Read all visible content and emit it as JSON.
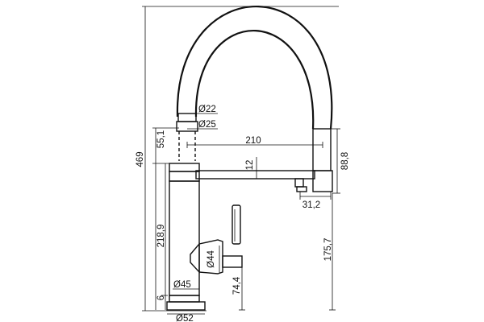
{
  "dimensions": {
    "total_height": "469",
    "upper_diameter": "Ø22",
    "hose_diameter": "Ø25",
    "reach": "210",
    "spout_offset": "55,1",
    "spout_thickness": "12",
    "spray_head_height": "88,8",
    "spray_head_width": "31,2",
    "body_height": "218,9",
    "spout_clearance": "175,7",
    "lever_diameter": "Ø44",
    "body_diameter": "Ø45",
    "lever_height": "74,4",
    "base_thickness": "6",
    "base_diameter": "Ø52"
  }
}
